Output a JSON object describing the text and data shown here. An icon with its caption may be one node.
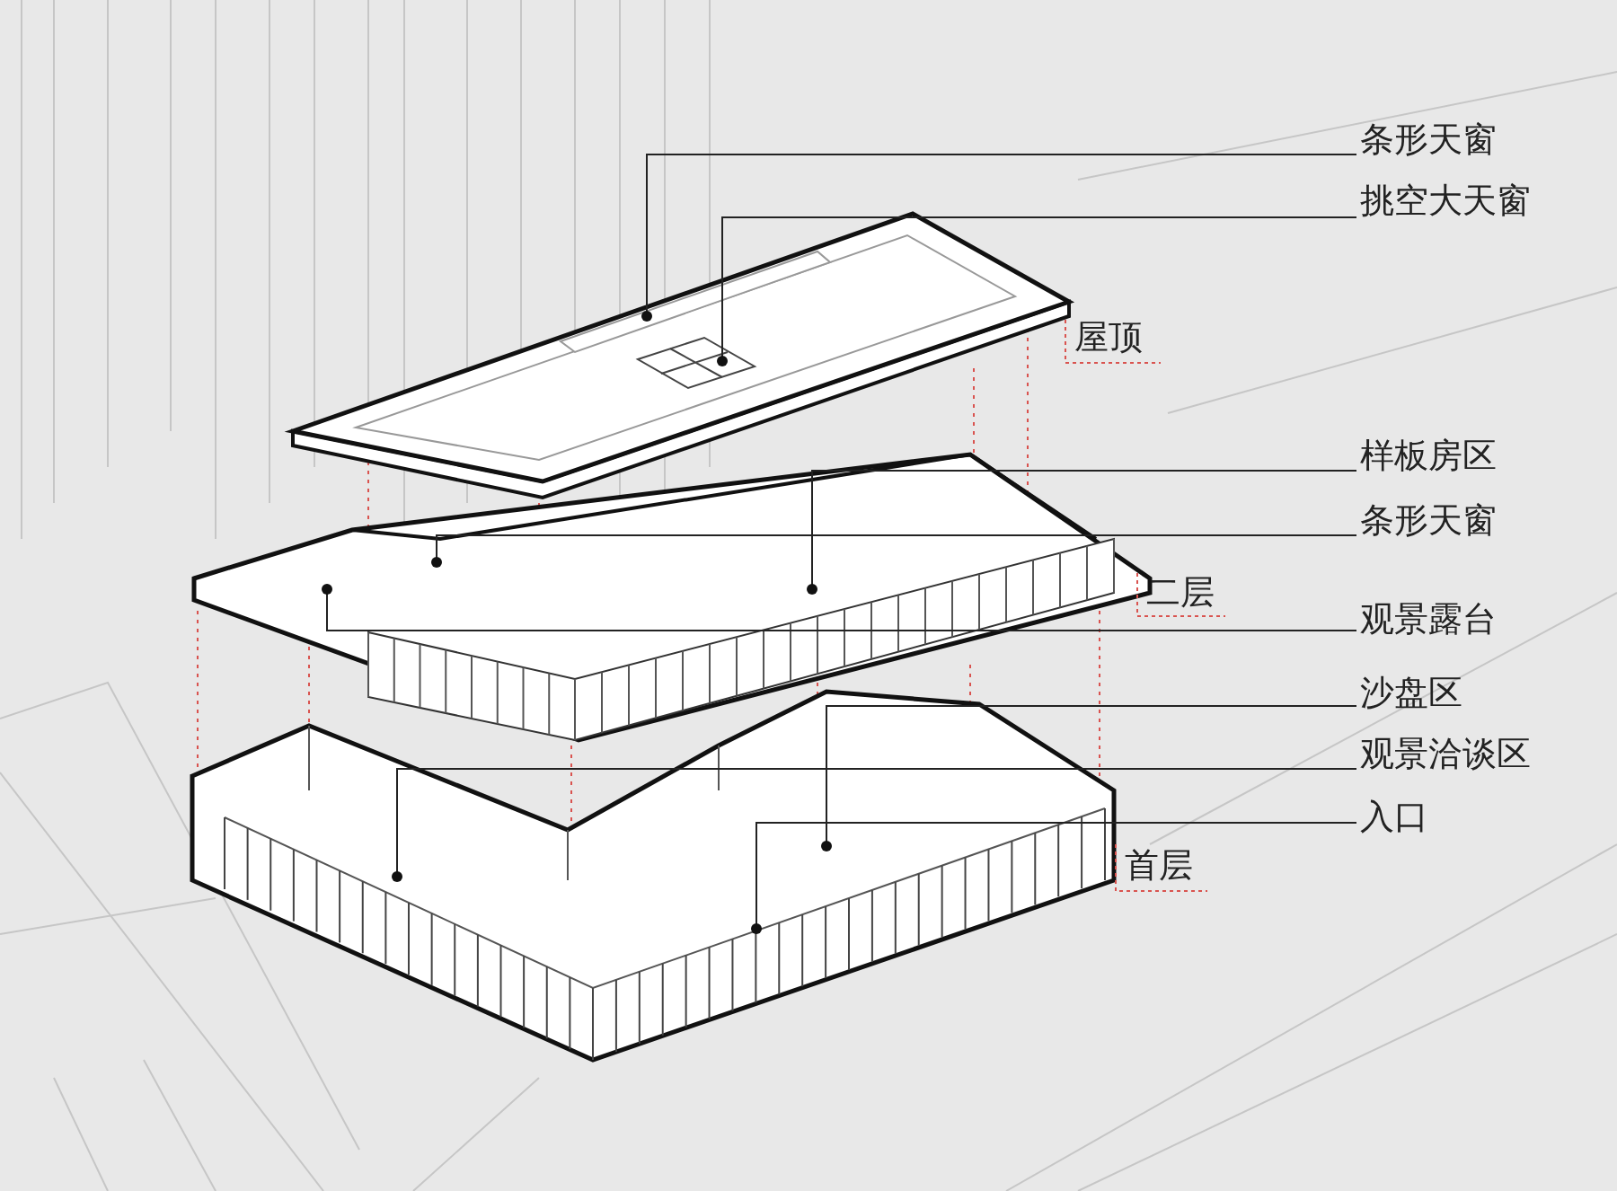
{
  "diagram": {
    "nodes": [
      {
        "text": [
          "条形天窗"
        ]
      },
      {
        "text": [
          "挑空大天窗"
        ]
      },
      {
        "text": [
          "样板房区"
        ]
      },
      {
        "text": [
          "条形天窗"
        ]
      },
      {
        "text": [
          "观景露台"
        ]
      },
      {
        "text": [
          "沙盘区"
        ]
      },
      {
        "text": [
          "观景洽谈区"
        ]
      },
      {
        "text": [
          "入口"
        ]
      }
    ],
    "edges": [
      {
        "from": 0,
        "to": null,
        "arrow": "other"
      },
      {
        "from": 1,
        "to": null,
        "arrow": "other"
      },
      {
        "from": 2,
        "to": null,
        "arrow": "other"
      },
      {
        "from": 3,
        "to": null,
        "arrow": "other"
      },
      {
        "from": 4,
        "to": null,
        "arrow": "other"
      },
      {
        "from": 5,
        "to": null,
        "arrow": "other"
      },
      {
        "from": 6,
        "to": null,
        "arrow": "other"
      },
      {
        "from": 7,
        "to": null,
        "arrow": "other"
      }
    ],
    "labels": [
      "屋顶",
      "二层",
      "首层"
    ]
  }
}
